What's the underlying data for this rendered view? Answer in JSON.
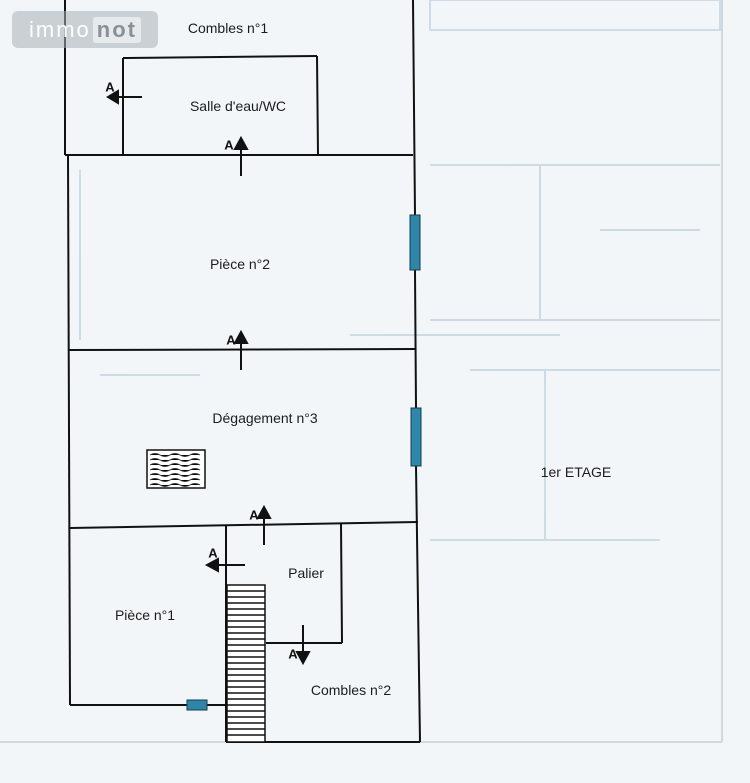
{
  "watermark": {
    "part1": "immo",
    "part2": "not"
  },
  "rooms": {
    "combles1": "Combles n°1",
    "salle_eau": "Salle d'eau/WC",
    "piece2": "Pièce n°2",
    "degagement3": "Dégagement n°3",
    "palier": "Palier",
    "piece1": "Pièce n°1",
    "combles2": "Combles n°2"
  },
  "floor_label": "1er ETAGE",
  "arrow_letter": "A",
  "colors": {
    "wall": "#111111",
    "window": "#2f86a8",
    "faint_plan": "#bcd0dc",
    "page_border": "#c6cdd3"
  }
}
